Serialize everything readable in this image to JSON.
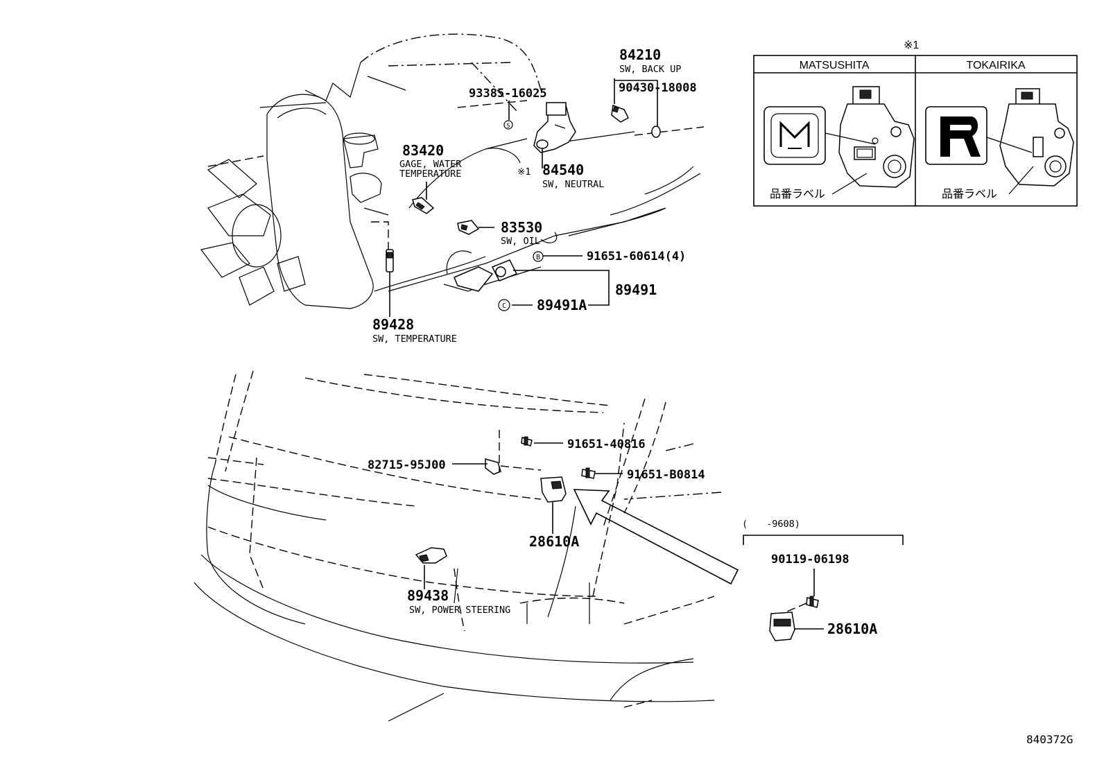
{
  "diagram_code": "840372G",
  "parts": {
    "p84210": {
      "number": "84210",
      "desc": "SW, BACK UP"
    },
    "p90430": {
      "number": "90430-18008"
    },
    "p93385": {
      "number": "93385-16025"
    },
    "p83420": {
      "number": "83420",
      "desc1": "GAGE, WATER",
      "desc2": "TEMPERATURE"
    },
    "p84540": {
      "number": "84540",
      "desc": "SW, NEUTRAL",
      "note": "※1"
    },
    "p83530": {
      "number": "83530",
      "desc": "SW, OIL"
    },
    "p91651_60614": {
      "number": "91651-60614(4)",
      "marker": "B"
    },
    "p89491": {
      "number": "89491"
    },
    "p89491A": {
      "number": "89491A",
      "marker": "C"
    },
    "p89428": {
      "number": "89428",
      "desc": "SW, TEMPERATURE"
    },
    "p91651_40816": {
      "number": "91651-40816"
    },
    "p82715": {
      "number": "82715-95J00"
    },
    "p91651_B0814": {
      "number": "91651-B0814"
    },
    "p28610A": {
      "number": "28610A"
    },
    "p89438": {
      "number": "89438",
      "desc": "SW, POWER STEERING"
    },
    "p90119": {
      "number": "90119-06198"
    },
    "p28610A_b": {
      "number": "28610A"
    }
  },
  "inset": {
    "note": "※1",
    "col1": "MATSUSHITA",
    "col2": "TOKAIRIKA",
    "label1": "品番ラベル",
    "label2": "品番ラベル"
  },
  "range_note": "(　　-9608)"
}
